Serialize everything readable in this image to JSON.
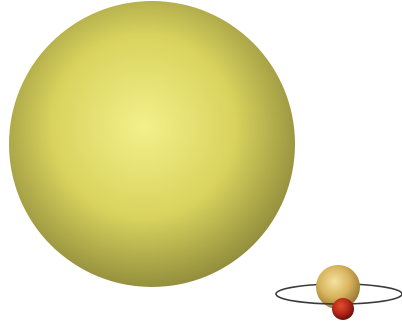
{
  "scene": {
    "background": "#ffffff"
  },
  "large_sphere": {
    "shape": "sphere",
    "highlight_color": "#f3f08a",
    "mid_color": "#d9d35e",
    "shadow_color": "#8e8a3a"
  },
  "small_system": {
    "sphere": {
      "shape": "sphere",
      "highlight_color": "#f4e2a0",
      "mid_color": "#d9b55e",
      "shadow_color": "#9a7a35"
    },
    "ring": {
      "shape": "orbit-ellipse",
      "stroke_color": "#3a3a3a"
    },
    "satellite": {
      "shape": "sphere",
      "highlight_color": "#e0502a",
      "mid_color": "#b8281a",
      "shadow_color": "#6a0f0a"
    }
  }
}
